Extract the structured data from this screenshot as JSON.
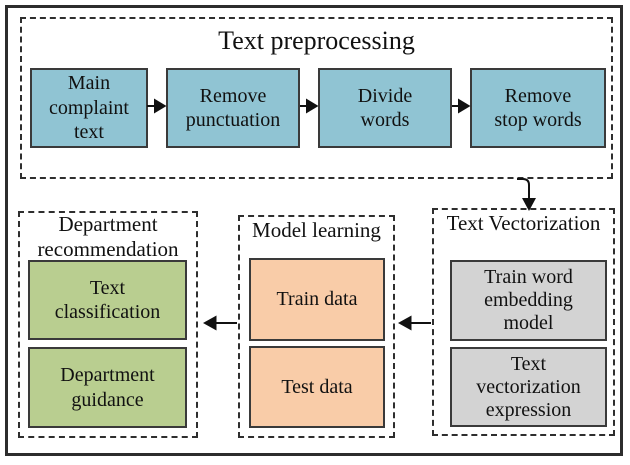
{
  "preprocessing": {
    "title": "Text preprocessing",
    "steps": [
      "Main\ncomplaint\ntext",
      "Remove\npunctuation",
      "Divide\nwords",
      "Remove\nstop words"
    ]
  },
  "vectorization": {
    "title": "Text Vectorization",
    "items": [
      "Train word\nembedding\nmodel",
      "Text\nvectorization\nexpression"
    ]
  },
  "model_learning": {
    "title": "Model learning",
    "items": [
      "Train data",
      "Test data"
    ]
  },
  "department": {
    "title": "Department\nrecommendation",
    "items": [
      "Text\nclassification",
      "Department\nguidance"
    ]
  },
  "colors": {
    "preprocessing_step_fill": "#90c4d3",
    "department_item_fill": "#b9ce90",
    "model_item_fill": "#f9cca8",
    "vectorization_item_fill": "#d3d3d3",
    "node_border": "#3a3a3a",
    "dashed_border": "#2e2e2e",
    "outer_border": "#2d2d2d",
    "arrow": "#111111",
    "text": "#111111",
    "background": "#ffffff"
  }
}
